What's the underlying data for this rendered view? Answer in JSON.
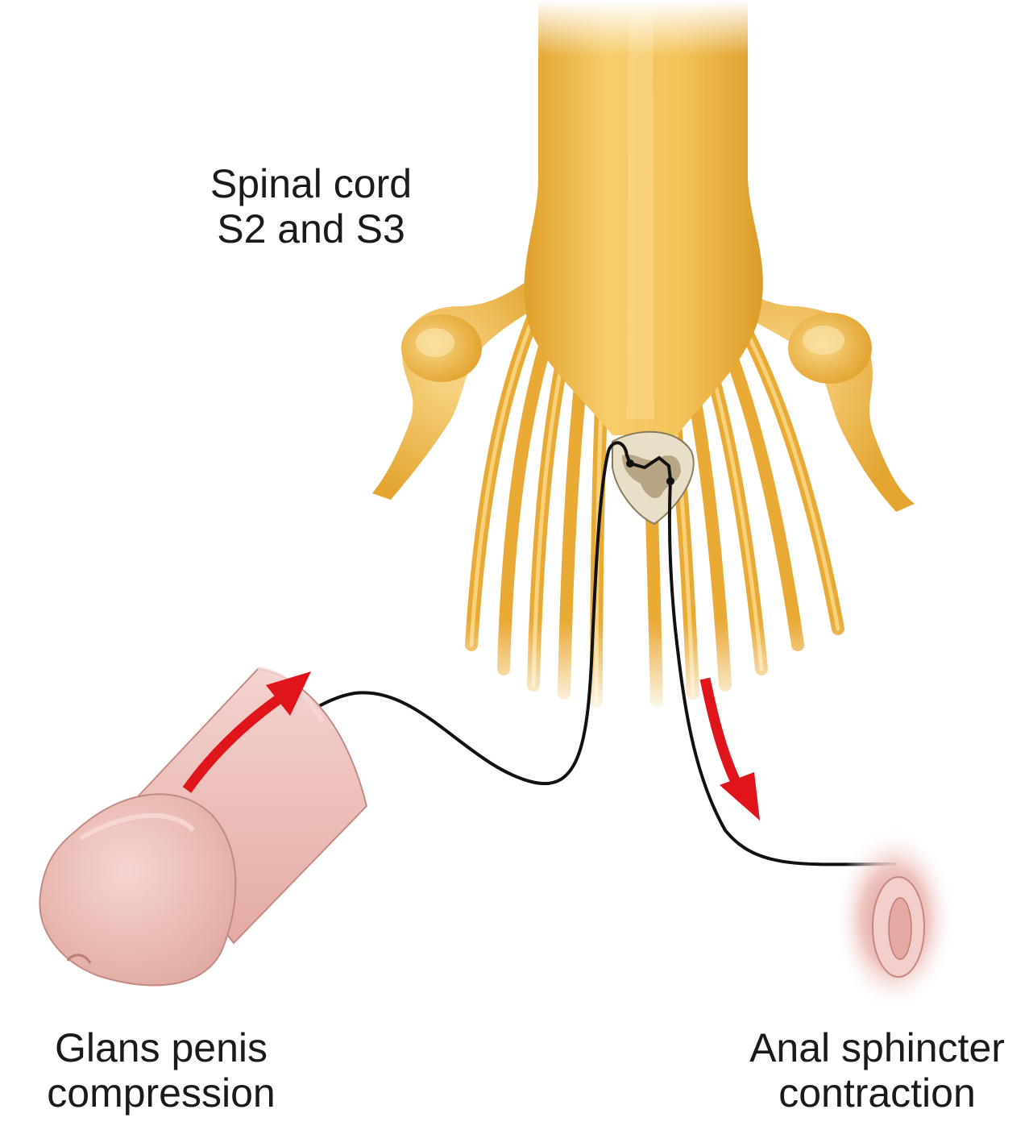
{
  "labels": {
    "spinal_cord": {
      "line1": "Spinal cord",
      "line2": "S2 and S3"
    },
    "glans": {
      "line1": "Glans penis",
      "line2": "compression"
    },
    "anal": {
      "line1": "Anal sphincter",
      "line2": "contraction"
    }
  },
  "colors": {
    "nerve": "#f2b53c",
    "nerve_light": "#f8d27a",
    "nerve_dark": "#d99a22",
    "skin": "#efc3be",
    "skin_dark": "#d9a09a",
    "arrow": "#e0141b",
    "pathway": "#111111",
    "cord_section": "#e9dfc8",
    "grey_matter": "#b8a585"
  },
  "icons": {
    "afferent_arrow": "arrow-up-right-icon",
    "efferent_arrow": "arrow-down-right-icon"
  }
}
